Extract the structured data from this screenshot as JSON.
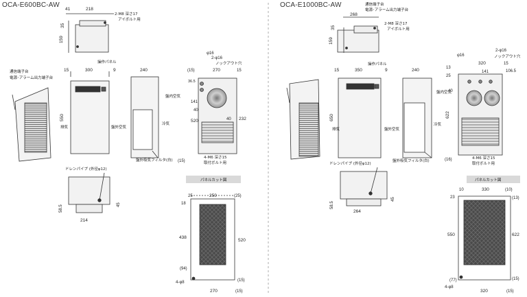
{
  "left": {
    "title": "OCA-E600BC-AW",
    "top_view": {
      "d41": "41",
      "d218": "218",
      "d35": "35",
      "d159": "159",
      "bolt": "2-M8 深さ17",
      "bolt_sub": "アイボルト用"
    },
    "front": {
      "terminal": "通信端子台",
      "power_terminal": "電源･アラーム出力端子台",
      "d15": "15",
      "d300": "300",
      "d9": "9",
      "panel": "操作パネル",
      "d550": "550",
      "exhaust": "排気",
      "intake": "盤外空気"
    },
    "side": {
      "d240": "240",
      "internal_air": "盤内空気",
      "cold_air": "冷気",
      "filter": "盤外吸気フィルタ(白)"
    },
    "back": {
      "d16": "φ16",
      "d216": "2-φ16",
      "knockout": "ノックアウト穴",
      "d15a": "(15)",
      "d270": "270",
      "d15b": "15",
      "d365": "36.5",
      "d141": "141",
      "d40": "40",
      "d520": "520",
      "d40b": "40",
      "d232": "232",
      "m6": "4-M6 深さ15",
      "m6_sub": "取付ボルト用",
      "d15c": "(15)"
    },
    "bottom": {
      "drain": "ドレンパイプ (外径φ12)",
      "d45": "45",
      "d585": "58.5",
      "d214": "214"
    },
    "panel_cut": {
      "title": "パネルカット図",
      "d25": "25",
      "d250": "250",
      "d25b": "(25)",
      "d18": "18",
      "d438": "438",
      "d520": "520",
      "d94": "(94)",
      "d15": "(15)",
      "hole": "4-φ8",
      "d270": "270",
      "d15b": "(15)"
    }
  },
  "right": {
    "title": "OCA-E1000BC-AW",
    "top_view": {
      "terminal": "通信端子台",
      "power_terminal": "電源･アラーム出力端子台",
      "d268": "268",
      "d35": "35",
      "d159": "159",
      "bolt": "2-M8 深さ17",
      "bolt_sub": "アイボルト用"
    },
    "front": {
      "d15": "15",
      "d350": "350",
      "panel": "操作パネル",
      "d9": "9",
      "d650": "650",
      "exhaust": "排気",
      "intake": "盤外空気"
    },
    "side": {
      "d240": "240",
      "internal_air": "盤内空気",
      "cold_air": "冷気",
      "filter": "盤外吸気フィルタ(白)"
    },
    "back": {
      "d16": "φ16",
      "d216": "2-φ16",
      "knockout": "ノックアウト穴",
      "d13": "13",
      "d25": "25",
      "d320": "320",
      "d15": "15",
      "d1065": "106.5",
      "d141": "141",
      "d40": "40",
      "d622": "622",
      "m6": "4-M6 深さ15",
      "m6_sub": "取付ボルト用",
      "d16b": "(16)"
    },
    "bottom": {
      "drain": "ドレンパイプ (外径φ12)",
      "d45": "45",
      "d585": "58.5",
      "d264": "264"
    },
    "panel_cut": {
      "title": "パネルカット図",
      "d10": "10",
      "d330": "330",
      "d10b": "(10)",
      "d23": "23",
      "d13": "(13)",
      "d550": "550",
      "d622": "622",
      "d77": "(77)",
      "d15": "(15)",
      "hole": "4-φ8",
      "d320": "320",
      "d15b": "(15)"
    }
  }
}
